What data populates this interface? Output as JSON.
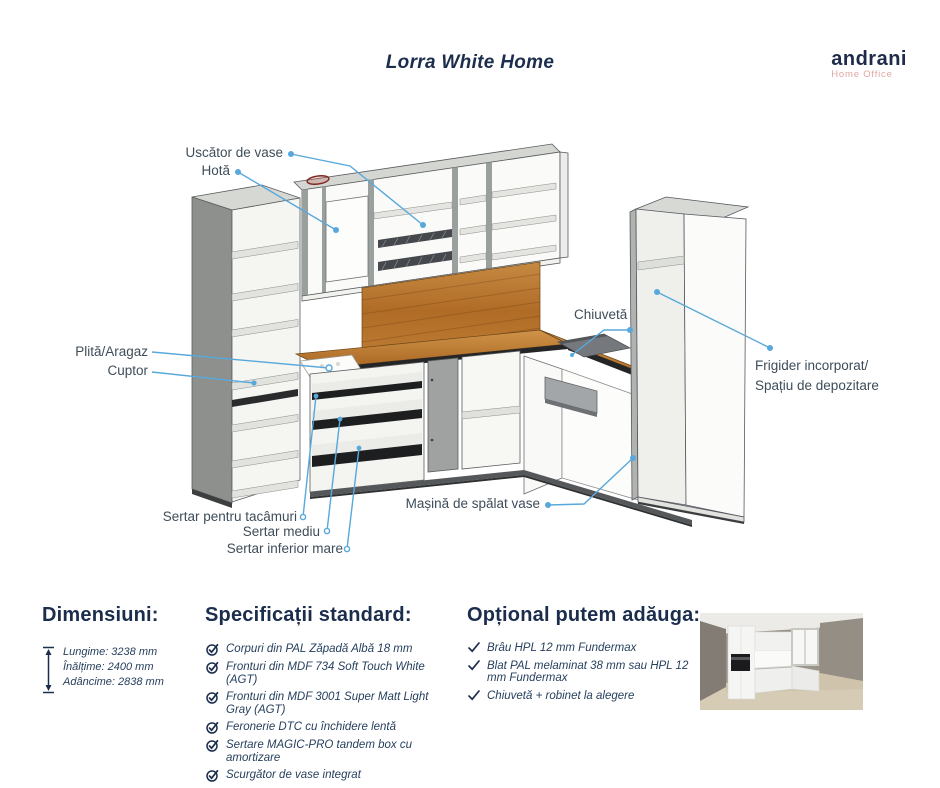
{
  "page": {
    "title": "Lorra White Home"
  },
  "logo": {
    "name": "andrani",
    "tagline": "Home Office"
  },
  "diagram_labels": {
    "uscator": "Uscător de vase",
    "hota": "Hotă",
    "plita": "Plită/Aragaz",
    "cuptor": "Cuptor",
    "chiuveta": "Chiuvetă",
    "frigider_line1": "Frigider incorporat/",
    "frigider_line2": "Spațiu de depozitare",
    "sertar_tacamuri": "Sertar pentru tacâmuri",
    "sertar_mediu": "Sertar mediu",
    "sertar_inferior": "Sertar inferior mare",
    "masina": "Mașină de spălat vase"
  },
  "dimensions": {
    "heading": "Dimensiuni:",
    "items": [
      "Lungime: 3238 mm",
      "Înălțime: 2400 mm",
      "Adâncime: 2838 mm"
    ]
  },
  "specs": {
    "heading": "Specificații standard:",
    "items": [
      "Corpuri din PAL Zăpadă Albă 18 mm",
      "Fronturi din MDF 734 Soft Touch White (AGT)",
      "Fronturi din MDF 3001 Super Matt Light Gray (AGT)",
      "Feronerie DTC cu închidere lentă",
      "Sertare MAGIC-PRO tandem box cu amortizare",
      "Scurgător de vase integrat"
    ]
  },
  "optional": {
    "heading": "Opțional putem adăuga:",
    "items": [
      "Brâu HPL 12 mm Fundermax",
      "Blat PAL melaminat 38 mm sau HPL 12 mm Fundermax",
      "Chiuvetă + robinet la alegere"
    ]
  },
  "colors": {
    "callout_accent": "#58a8dc",
    "heading_navy": "#1b2d4d",
    "label_slate": "#3e4d5a",
    "logo_pink": "#e0a6a3",
    "wood": "#b9793a"
  }
}
